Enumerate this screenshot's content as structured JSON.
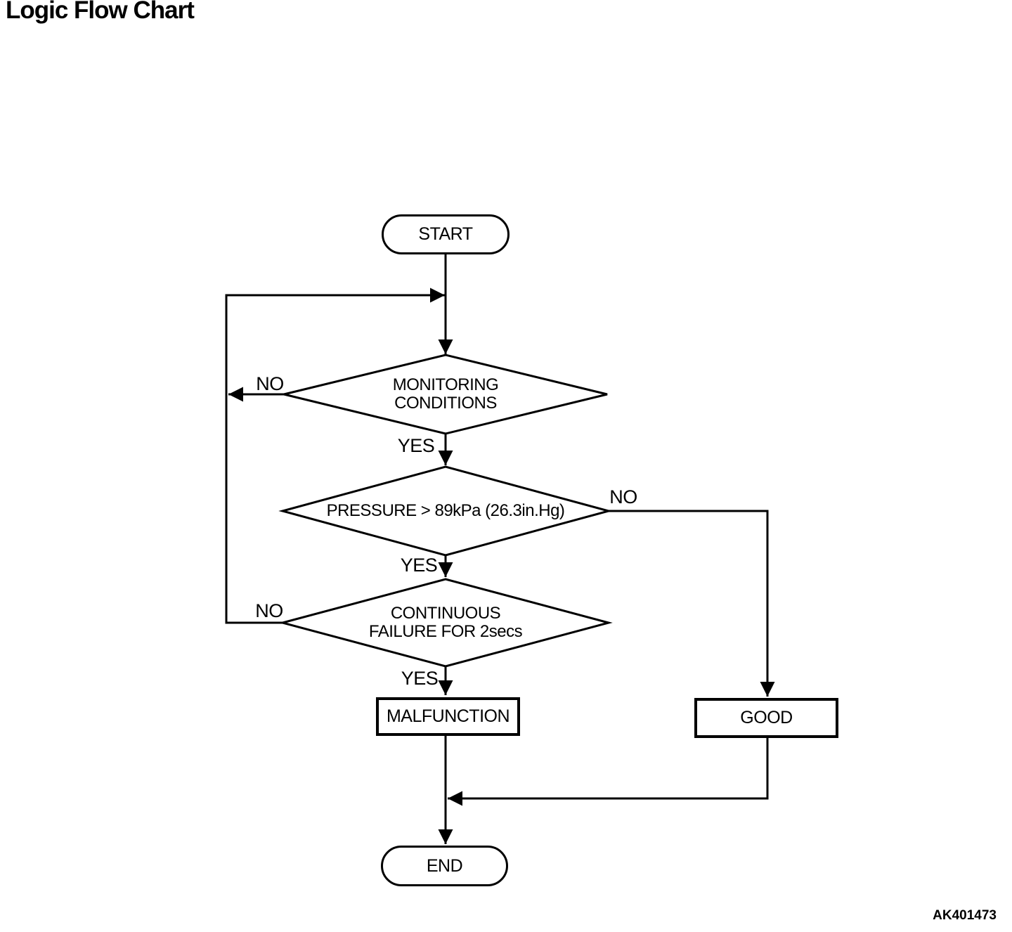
{
  "title": "Logic Flow Chart",
  "figure_code": "AK401473",
  "colors": {
    "line": "#000000",
    "background": "#ffffff",
    "text": "#000000"
  },
  "flowchart": {
    "nodes": {
      "start": {
        "type": "terminator",
        "label": "START"
      },
      "monitoring": {
        "type": "decision",
        "line1": "MONITORING",
        "line2": "CONDITIONS"
      },
      "pressure": {
        "type": "decision",
        "label": "PRESSURE > 89kPa (26.3in.Hg)"
      },
      "continuous": {
        "type": "decision",
        "line1": "CONTINUOUS",
        "line2": "FAILURE FOR 2secs"
      },
      "malfunction": {
        "type": "process",
        "label": "MALFUNCTION"
      },
      "good": {
        "type": "process",
        "label": "GOOD"
      },
      "end": {
        "type": "terminator",
        "label": "END"
      }
    },
    "branch_labels": {
      "monitoring_no": "NO",
      "monitoring_yes": "YES",
      "pressure_no": "NO",
      "pressure_yes": "YES",
      "continuous_no": "NO",
      "continuous_yes": "YES"
    },
    "edges": [
      {
        "from": "start",
        "to": "monitoring",
        "label": ""
      },
      {
        "from": "monitoring",
        "to": "loop-back-line",
        "label": "NO"
      },
      {
        "from": "monitoring",
        "to": "pressure",
        "label": "YES"
      },
      {
        "from": "pressure",
        "to": "good",
        "label": "NO"
      },
      {
        "from": "pressure",
        "to": "continuous",
        "label": "YES"
      },
      {
        "from": "continuous",
        "to": "loop-back-line",
        "label": "NO"
      },
      {
        "from": "continuous",
        "to": "malfunction",
        "label": "YES"
      },
      {
        "from": "malfunction",
        "to": "end",
        "label": ""
      },
      {
        "from": "good",
        "to": "end",
        "label": ""
      }
    ]
  }
}
